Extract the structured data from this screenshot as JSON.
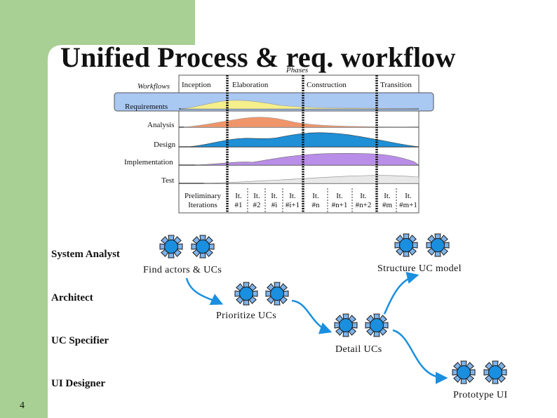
{
  "slide": {
    "title": "Unified Process & req. workflow",
    "page_number": "4"
  },
  "chart": {
    "phases_label": "Phases",
    "workflows_label": "Workflows",
    "phases": [
      "Inception",
      "Elaboration",
      "Construction",
      "Transition"
    ],
    "workflows": [
      "Requirements",
      "Analysis",
      "Design",
      "Implementation",
      "Test"
    ],
    "highlighted_workflow": "Requirements",
    "iterations": [
      {
        "line1": "Preliminary",
        "line2": "Iterations"
      },
      {
        "line1": "It.",
        "line2": "#1"
      },
      {
        "line1": "It.",
        "line2": "#2"
      },
      {
        "line1": "It.",
        "line2": "#i"
      },
      {
        "line1": "It.",
        "line2": "#i+1"
      },
      {
        "line1": "It.",
        "line2": "#n"
      },
      {
        "line1": "It.",
        "line2": "#n+1"
      },
      {
        "line1": "It.",
        "line2": "#n+2"
      },
      {
        "line1": "It.",
        "line2": "#m"
      },
      {
        "line1": "It.",
        "line2": "#m+1"
      }
    ],
    "colors": {
      "requirements": "#f5ef8c",
      "analysis": "#f0956a",
      "design": "#1f8fd6",
      "implementation": "#b98ee8",
      "test": "#e8e8e8",
      "highlight": "#a9c8f2"
    }
  },
  "roles": {
    "system_analyst": "System Analyst",
    "architect": "Architect",
    "uc_specifier": "UC Specifier",
    "ui_designer": "UI Designer"
  },
  "activities": {
    "find_actors": "Find actors & UCs",
    "structure_uc_model": "Structure UC model",
    "prioritize_ucs": "Prioritize UCs",
    "detail_ucs": "Detail UCs",
    "prototype_ui": "Prototype UI"
  },
  "theme": {
    "sidebar_color": "#a8cf94",
    "arrow_color": "#1a8fe0",
    "gear_color": "#7fb3ea"
  }
}
